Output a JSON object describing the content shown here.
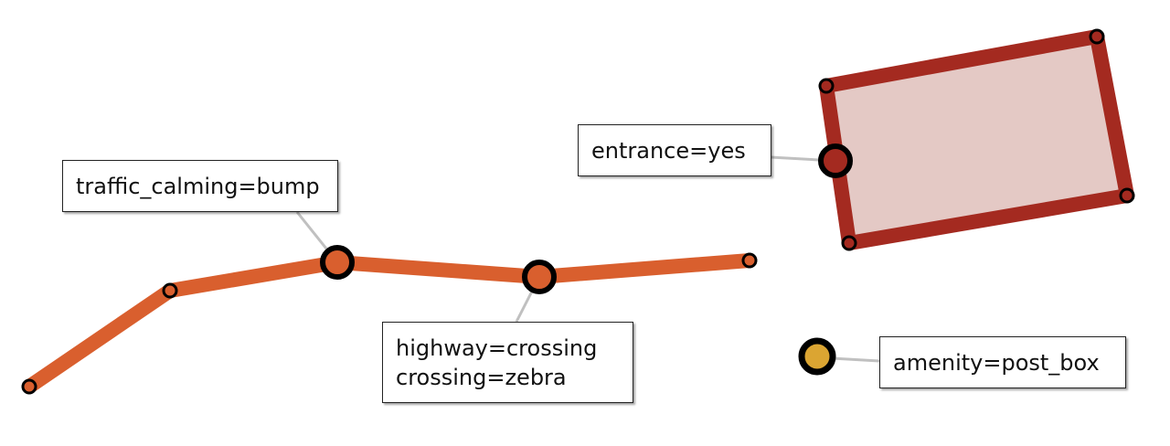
{
  "colors": {
    "road": "#d95f2e",
    "building_stroke": "#a42a20",
    "building_fill": "#e4c9c5",
    "post_box": "#dba532",
    "node_outline": "#000000",
    "leader": "#c0c0c0"
  },
  "labels": {
    "traffic_calming": "traffic_calming=bump",
    "crossing_line1": "highway=crossing",
    "crossing_line2": "crossing=zebra",
    "entrance": "entrance=yes",
    "post_box": "amenity=post_box"
  }
}
